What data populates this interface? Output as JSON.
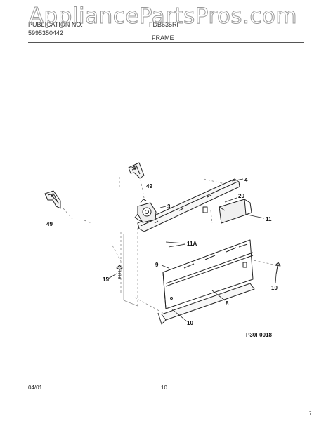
{
  "watermark": "AppliancePartsPros.com",
  "header": {
    "left_line1": "PUBLICATION NO.",
    "left_line2": "5995350442",
    "model": "FDB635RF",
    "section_title": "FRAME"
  },
  "callouts": [
    "4",
    "49",
    "20",
    "3",
    "49",
    "11",
    "11A",
    "9",
    "15",
    "10",
    "8",
    "10"
  ],
  "diagram_code": "P30F0018",
  "footer": {
    "date": "04/01",
    "page": "10",
    "corner_mark": "7"
  }
}
